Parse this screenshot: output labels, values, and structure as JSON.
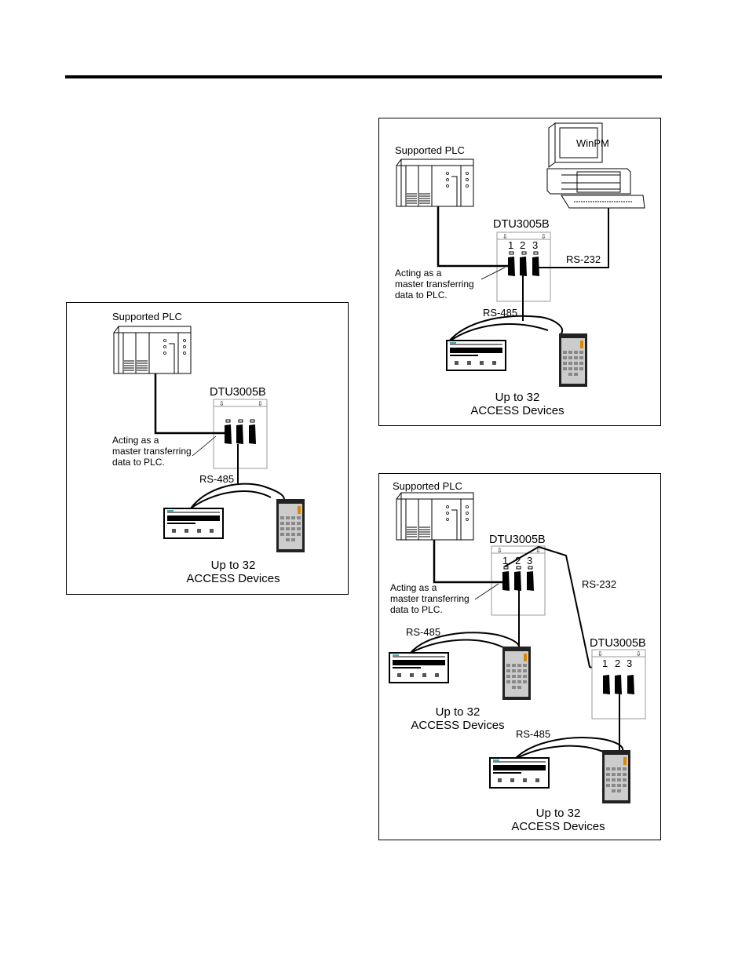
{
  "diagrams": {
    "single": {
      "plc_label": "Supported PLC",
      "dtu_label": "DTU3005B",
      "acting_lines": [
        "Acting as a",
        "master transferring",
        "data to PLC."
      ],
      "rs485_label": "RS-485",
      "devices_lines": [
        "Up to 32",
        "ACCESS Devices"
      ]
    },
    "winpm": {
      "plc_label": "Supported PLC",
      "pc_label": "WinPM",
      "dtu_label": "DTU3005B",
      "port_numbers": [
        "1",
        "2",
        "3"
      ],
      "rs232_label": "RS-232",
      "acting_lines": [
        "Acting as a",
        "master transferring",
        "data to PLC."
      ],
      "rs485_label": "RS-485",
      "devices_lines": [
        "Up to 32",
        "ACCESS Devices"
      ]
    },
    "chained": {
      "plc_label": "Supported PLC",
      "dtu1_label": "DTU3005B",
      "dtu1_ports": [
        "1",
        "2",
        "3"
      ],
      "rs232_label": "RS-232",
      "acting_lines": [
        "Acting as a",
        "master transferring",
        "data to PLC."
      ],
      "rs485_label_1": "RS-485",
      "devices_lines_1": [
        "Up to 32",
        "ACCESS Devices"
      ],
      "dtu2_label": "DTU3005B",
      "dtu2_ports": [
        "1",
        "2",
        "3"
      ],
      "rs485_label_2": "RS-485",
      "devices_lines_2": [
        "Up to 32",
        "ACCESS Devices"
      ]
    }
  }
}
